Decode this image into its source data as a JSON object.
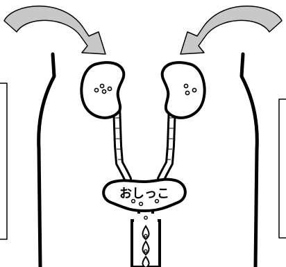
{
  "diagram": {
    "bladder_label": "おしっこ",
    "colors": {
      "arrow_fill": "#c8c8c8",
      "outline": "#000000",
      "background": "#ffffff"
    },
    "icons": [
      "curved-arrow-left",
      "curved-arrow-right",
      "kidney-left",
      "kidney-right",
      "bladder",
      "urine-drop"
    ]
  }
}
